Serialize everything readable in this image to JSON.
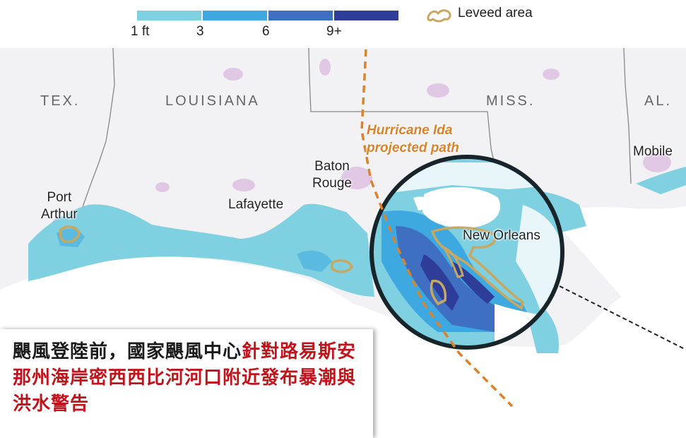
{
  "legend": {
    "depth_labels": [
      "1 ft",
      "3",
      "6",
      "9+"
    ],
    "depth_colors": [
      "#7fd0e0",
      "#3ea8e0",
      "#3f6fc0",
      "#2e3e98"
    ],
    "levee_label": "Leveed area",
    "levee_color": "#c8a860"
  },
  "states": {
    "tex": "TEX.",
    "louisiana": "LOUISIANA",
    "miss": "MISS.",
    "al": "AL."
  },
  "cities": {
    "port_arthur": "Port\nArthur",
    "lafayette": "Lafayette",
    "baton_rouge": "Baton\nRouge",
    "new_orleans": "New Orleans",
    "mobile": "Mobile"
  },
  "hurricane": {
    "label_line1": "Hurricane Ida",
    "label_line2": "projected path",
    "color": "#d9832e"
  },
  "caption": {
    "part1": "颶風登陸前，國家颶風中心",
    "part2": "針對路易斯安那州海岸密西西比河河口附近發布暴潮與洪水警告",
    "highlight_color": "#c0141c"
  }
}
